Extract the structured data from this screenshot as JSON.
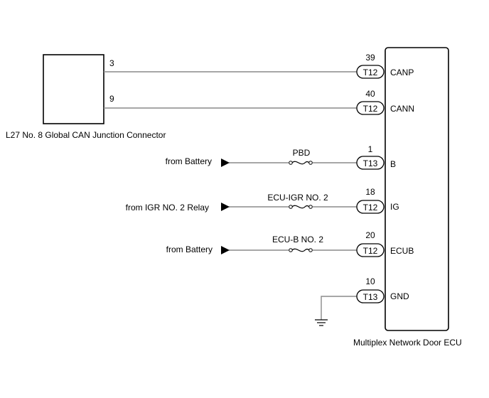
{
  "junction": {
    "label": "L27  No. 8 Global CAN Junction Connector",
    "pins": [
      "3",
      "9"
    ]
  },
  "ecu": {
    "label": "Multiplex Network Door ECU",
    "terminals": [
      {
        "pin": "39",
        "connector": "T12",
        "name": "CANP"
      },
      {
        "pin": "40",
        "connector": "T12",
        "name": "CANN"
      },
      {
        "pin": "1",
        "connector": "T13",
        "name": "B"
      },
      {
        "pin": "18",
        "connector": "T12",
        "name": "IG"
      },
      {
        "pin": "20",
        "connector": "T12",
        "name": "ECUB"
      },
      {
        "pin": "10",
        "connector": "T13",
        "name": "GND"
      }
    ]
  },
  "sources": [
    "from Battery",
    "from IGR NO. 2 Relay",
    "from Battery"
  ],
  "fuses": [
    "PBD",
    "ECU-IGR NO. 2",
    "ECU-B NO. 2"
  ],
  "icons": {
    "ground": "ground-symbol-icon",
    "arrow": "arrow-right-icon",
    "fuse": "fuse-icon"
  }
}
